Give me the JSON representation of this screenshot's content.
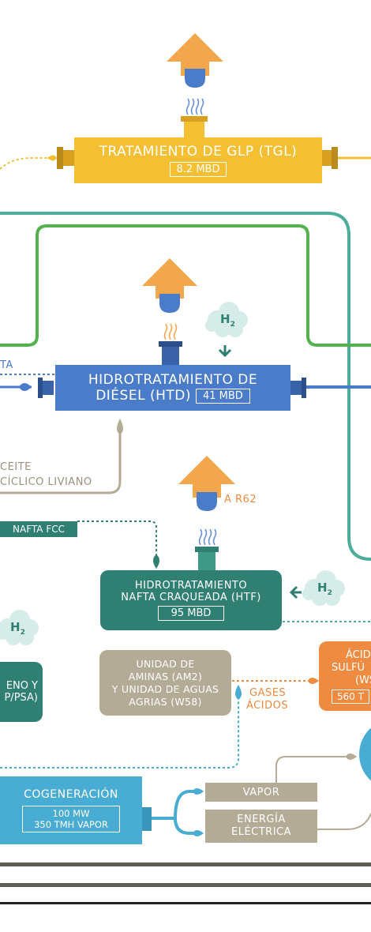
{
  "units": {
    "tgl": {
      "name": "TRATAMIENTO DE GLP (TGL)",
      "capacity": "8.2 MBD"
    },
    "htd": {
      "name_line1": "HIDROTRATAMIENTO DE",
      "name_line2": "DIÉSEL (HTD)",
      "capacity": "41 MBD"
    },
    "htf": {
      "name_line1": "HIDROTRATAMIENTO",
      "name_line2": "NAFTA CRAQUEADA (HTF)",
      "capacity": "95 MBD"
    },
    "amines": {
      "line1": "UNIDAD DE",
      "line2": "AMINAS  (AM2)",
      "line3": "Y UNIDAD DE AGUAS",
      "line4": "AGRIAS (W58)"
    },
    "acid": {
      "line1": "ÁCID",
      "line2": "SULFÚ",
      "line3": "(WS",
      "capacity": "560 T"
    },
    "hydrogen": {
      "line1": "ENO Y",
      "line2": "P/PSA)"
    },
    "cogen": {
      "name": "COGENERACIÓN",
      "cap1": "100 MW",
      "cap2": "350 TMH VAPOR"
    },
    "vapor": {
      "name": "VAPOR"
    },
    "energy": {
      "line1": "ENERGÍA",
      "line2": "ELÉCTRICA"
    }
  },
  "labels": {
    "aceite1": "CEITE",
    "aceite2": "CÍCLICO LIVIANO",
    "nafta_fcc": "NAFTA FCC",
    "a_r62": "A R62",
    "gases1": "GASES",
    "gases2": "ÁCIDOS",
    "fta": "TA",
    "h2": "H",
    "h2_sub": "2"
  },
  "colors": {
    "tgl": "#f4bf33",
    "htd": "#4a7cc9",
    "htf": "#2f7f73",
    "amines": "#b4ab96",
    "acid": "#ee8b41",
    "cogen": "#49acd2",
    "green_line": "#53b14e",
    "teal_line": "#4bad9a",
    "orange_arrow": "#f3a74c",
    "cloud": "#d6ece8"
  },
  "icons": [
    "emission-arrow-icon",
    "h2-cloud-icon",
    "valve-icon"
  ]
}
